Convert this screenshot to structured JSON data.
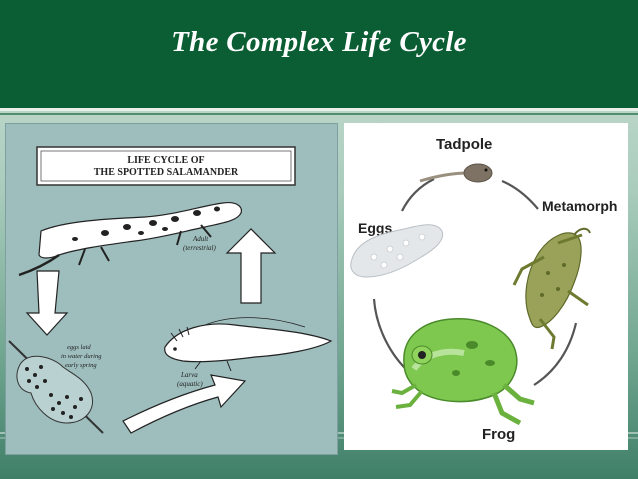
{
  "slide": {
    "title": "The Complex Life Cycle"
  },
  "salamander": {
    "box_title_line1": "LIFE CYCLE OF",
    "box_title_line2": "THE SPOTTED SALAMANDER",
    "adult_label": "Adult",
    "adult_sub": "(terrestrial)",
    "eggs_line1": "eggs laid",
    "eggs_line2": "in water during",
    "eggs_line3": "early spring",
    "larva_label": "Larva",
    "larva_sub": "(aquatic)"
  },
  "frog": {
    "tadpole": "Tadpole",
    "metamorph": "Metamorph",
    "eggs": "Eggs",
    "frog": "Frog"
  },
  "colors": {
    "header": "#0b5e34",
    "salamander_bg": "#9ebdbd",
    "frog_green": "#7ec850"
  }
}
